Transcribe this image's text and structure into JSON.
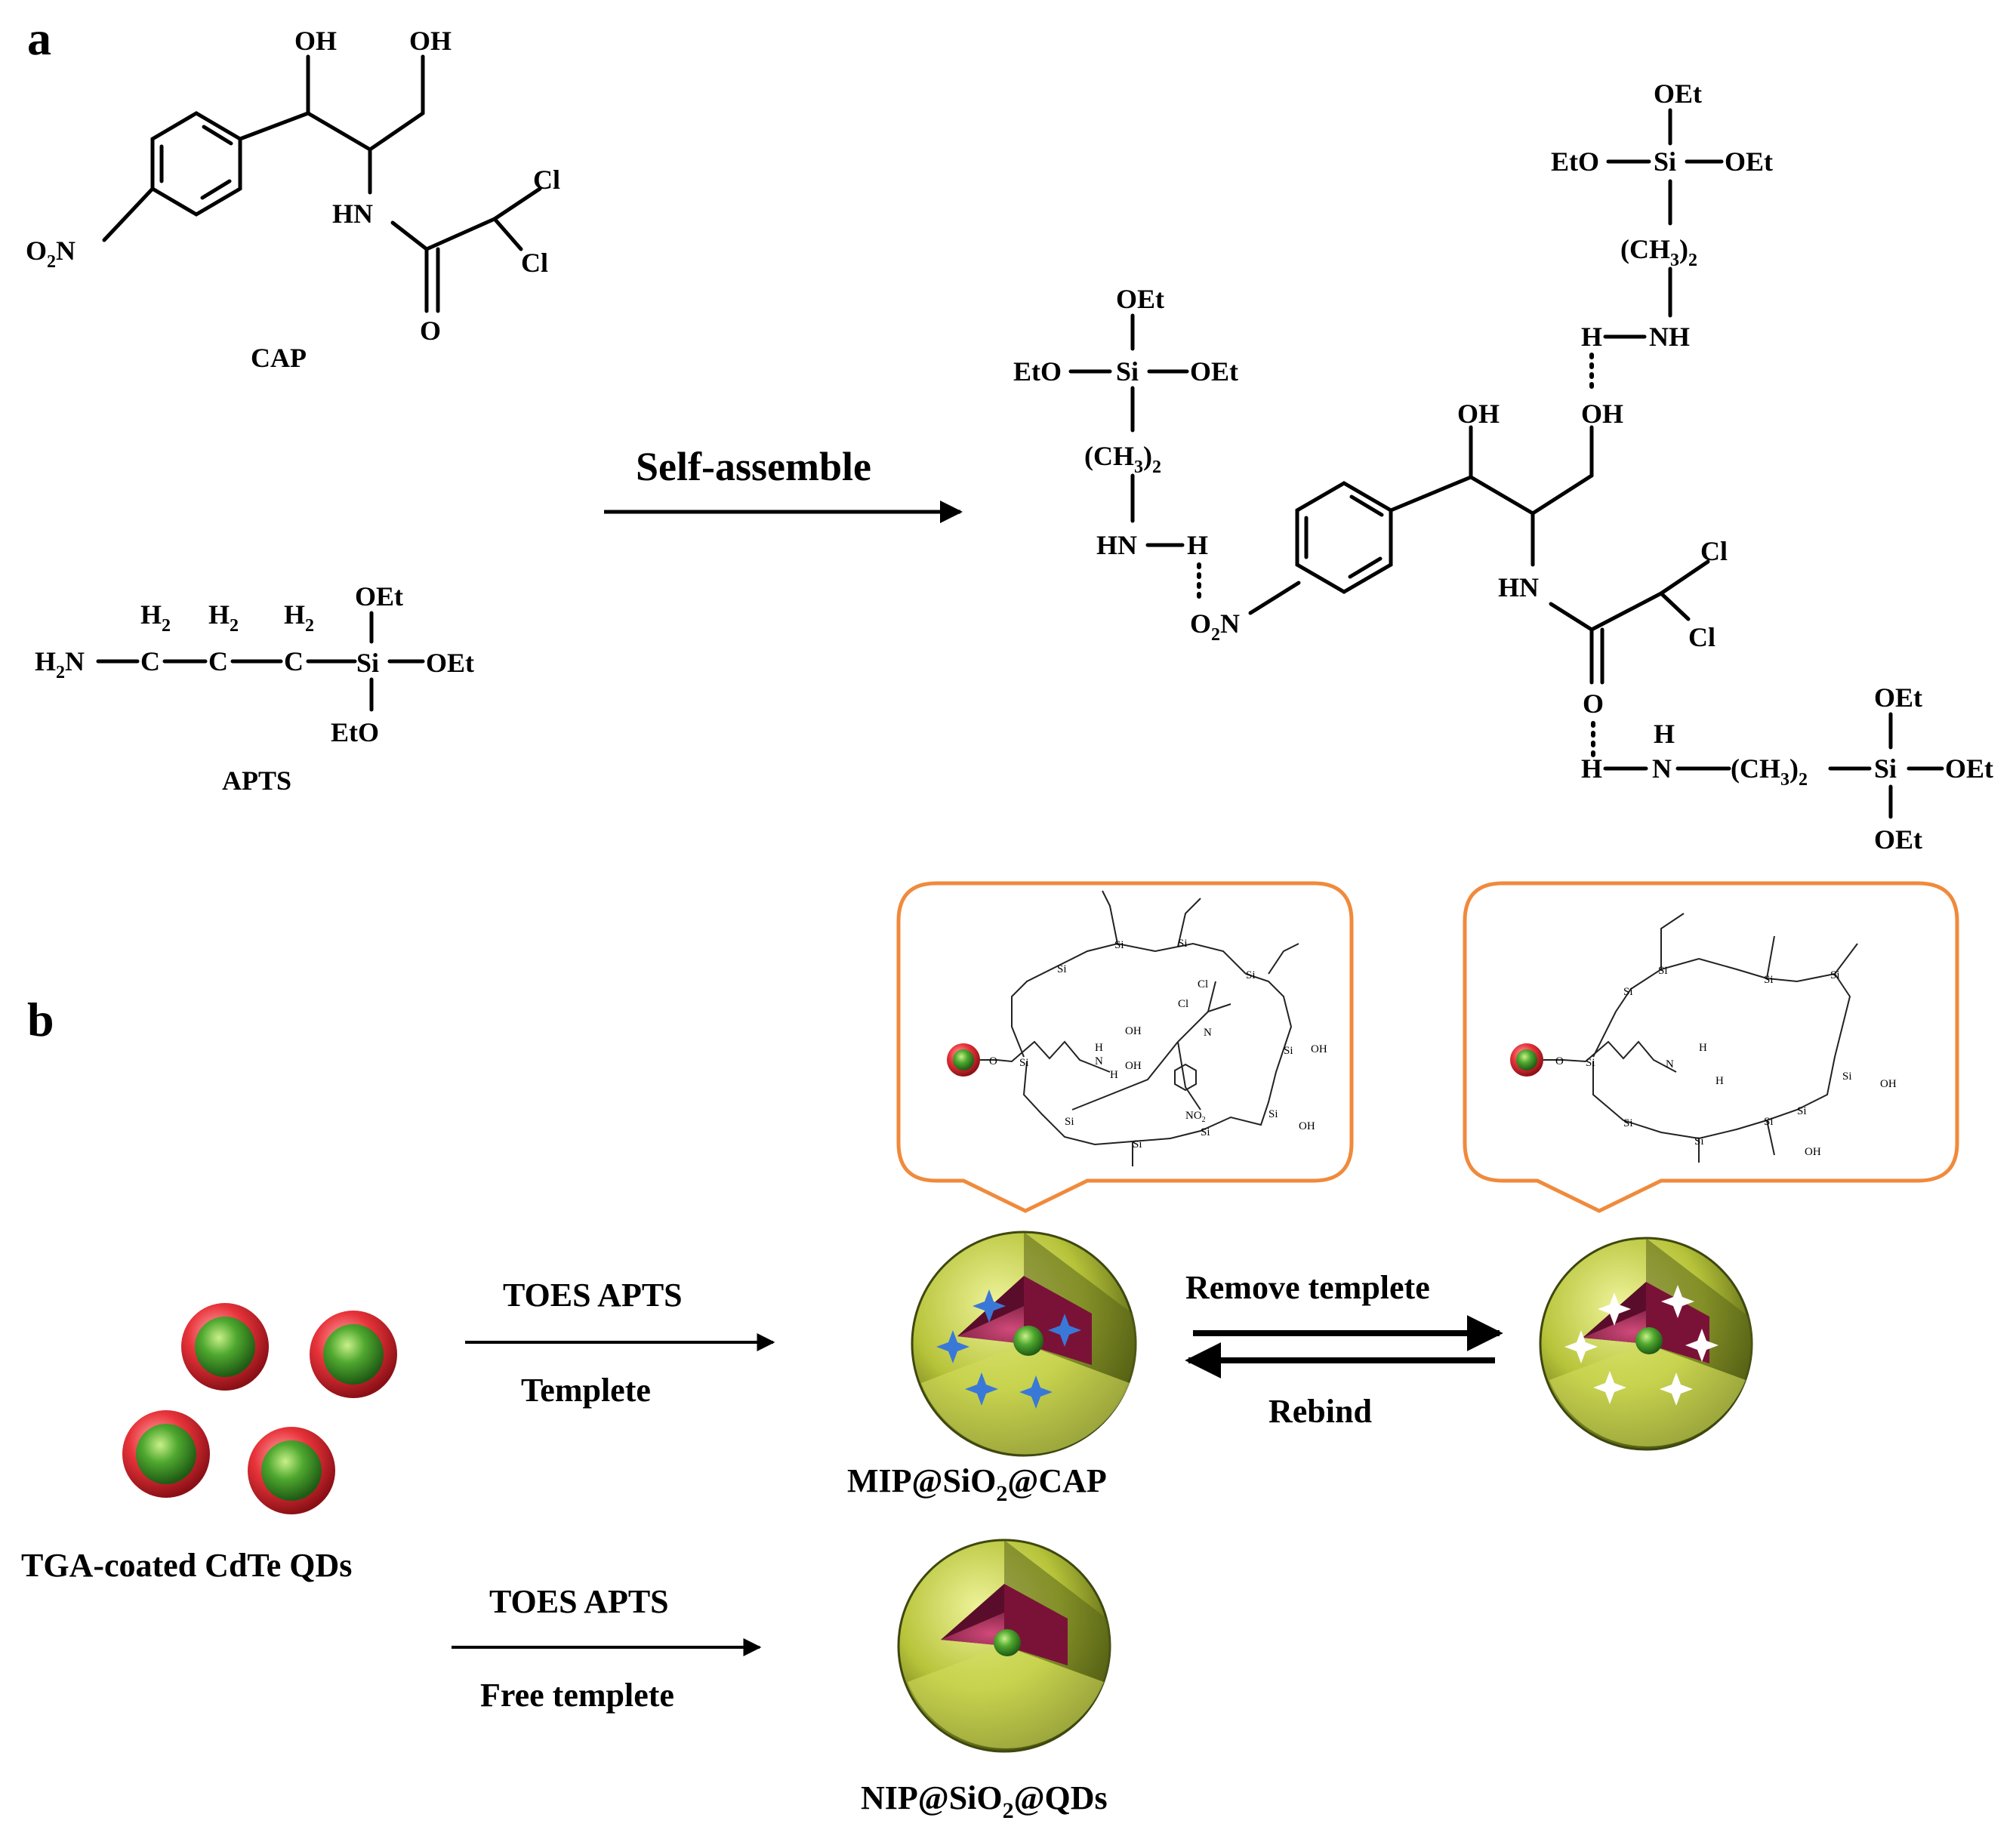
{
  "panels": {
    "a": "a",
    "b": "b"
  },
  "molecules": {
    "cap": {
      "name": "CAP",
      "oh1": "OH",
      "oh2": "OH",
      "hn": "HN",
      "cl1": "Cl",
      "cl2": "Cl",
      "o": "O",
      "o2n": "O",
      "o2n_sub": "2",
      "o2n_tail": "N"
    },
    "apts": {
      "name": "APTS",
      "h2n": "H",
      "h2n_sub": "2",
      "h2n_tail": "N",
      "c": "C",
      "h2": "H",
      "h2_sub": "2",
      "si": "Si",
      "oet": "OEt",
      "eto": "EtO"
    },
    "complex": {
      "oet": "OEt",
      "eto": "EtO",
      "si": "Si",
      "ch3": "(CH",
      "ch3_sub": "3",
      "ch3_tail": ")",
      "ch3_sub2": "2",
      "hn": "HN",
      "h": "H",
      "nh": "NH",
      "n": "N",
      "oh": "OH",
      "cl": "Cl",
      "o": "O",
      "o2n": "O",
      "o2n_sub": "2",
      "o2n_tail": "N"
    }
  },
  "arrows": {
    "self_assemble": "Self-assemble",
    "step1_top": "TOES APTS",
    "step1_bottom": "Templete",
    "step2_top": "TOES APTS",
    "step2_bottom": "Free templete",
    "remove": "Remove templete",
    "rebind": "Rebind"
  },
  "labels": {
    "qds": "TGA-coated CdTe QDs",
    "mip": {
      "pre": "MIP@SiO",
      "sub": "2",
      "post": "@CAP"
    },
    "nip": {
      "pre": "NIP@SiO",
      "sub": "2",
      "post": "@QDs"
    }
  },
  "callout_atoms": {
    "si": "Si",
    "o": "O",
    "oh": "OH",
    "n": "N",
    "h": "H",
    "cl": "Cl",
    "no2": "NO",
    "no2_sub": "2"
  },
  "colors": {
    "callout_border": "#f08a3c",
    "qd_shell": "#e8333a",
    "qd_core": "#3f9e2e",
    "silica": "#b7c43a",
    "inner": "#9a1f4b",
    "cavity_filled": "#3a78d8",
    "cavity_empty": "#ffffff"
  }
}
